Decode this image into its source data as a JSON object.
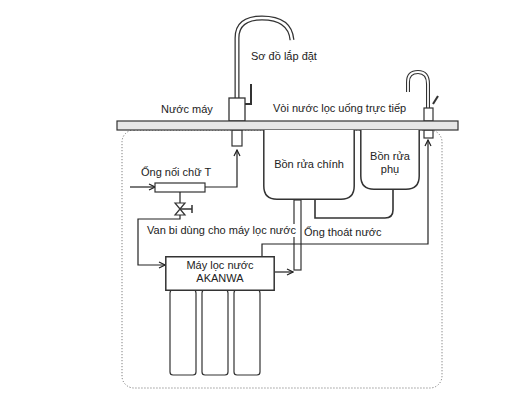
{
  "diagram": {
    "title": "Sơ đồ lắp đặt",
    "nodes": [
      {
        "text": [
          "Bồn rửa chính"
        ]
      },
      {
        "text": [
          "Bồn rửa phụ"
        ]
      },
      {
        "text": [
          "Máy lọc nước AKANWA"
        ]
      }
    ],
    "edges": [
      {
        "from": 1,
        "to": 0,
        "arrow": "none"
      }
    ],
    "labels": [
      "Nước máy",
      "Vòi nước lọc uống trực tiếp",
      "Ống nối chữ T",
      "Van bi dùng cho máy lọc nước",
      "Ống thoát nước"
    ]
  }
}
